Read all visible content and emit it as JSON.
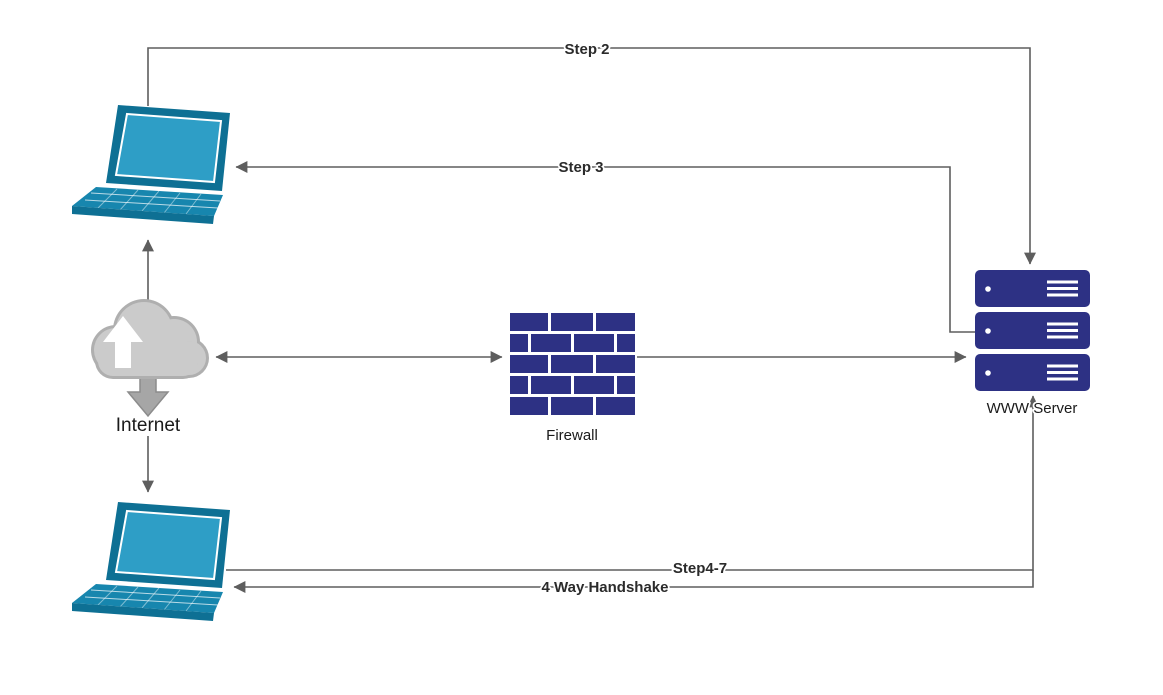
{
  "diagram": {
    "type": "network-flow-diagram",
    "nodes": {
      "client_top": {
        "icon": "laptop-icon",
        "label": ""
      },
      "internet": {
        "icon": "internet-cloud-icon",
        "label": "Internet"
      },
      "firewall": {
        "icon": "firewall-icon",
        "label": "Firewall"
      },
      "www_server": {
        "icon": "server-stack-icon",
        "label": "WWW Server"
      },
      "client_bottom": {
        "icon": "laptop-icon",
        "label": ""
      }
    },
    "edges": [
      {
        "id": "step2",
        "label": "Step 2",
        "from": "client_top",
        "to": "www_server"
      },
      {
        "id": "step3",
        "label": "Step 3",
        "from": "www_server",
        "to": "client_top"
      },
      {
        "id": "internet_to_client_top",
        "label": "",
        "from": "internet",
        "to": "client_top"
      },
      {
        "id": "internet_to_client_bottom",
        "label": "",
        "from": "internet",
        "to": "client_bottom"
      },
      {
        "id": "internet_firewall",
        "label": "",
        "from": "internet",
        "to": "firewall",
        "bidirectional": true
      },
      {
        "id": "firewall_to_server",
        "label": "",
        "from": "firewall",
        "to": "www_server"
      },
      {
        "id": "step4_7",
        "label": "Step4-7",
        "from": "client_bottom",
        "to": "www_server"
      },
      {
        "id": "handshake",
        "label": "4 Way Handshake",
        "from": "www_server",
        "to": "client_bottom"
      }
    ],
    "colors": {
      "laptop_teal": "#1786AE",
      "laptop_dark": "#0E7094",
      "screen_blue": "#2E9EC6",
      "navy": "#2D3184",
      "cloud_gray": "#CBCBCB",
      "cloud_outline": "#AFAFAF",
      "arrow_gray": "#A6A6A6",
      "line_gray": "#5E5E5E",
      "label_dark": "#2B2B2B",
      "canvas": "#FFFFFF"
    }
  }
}
